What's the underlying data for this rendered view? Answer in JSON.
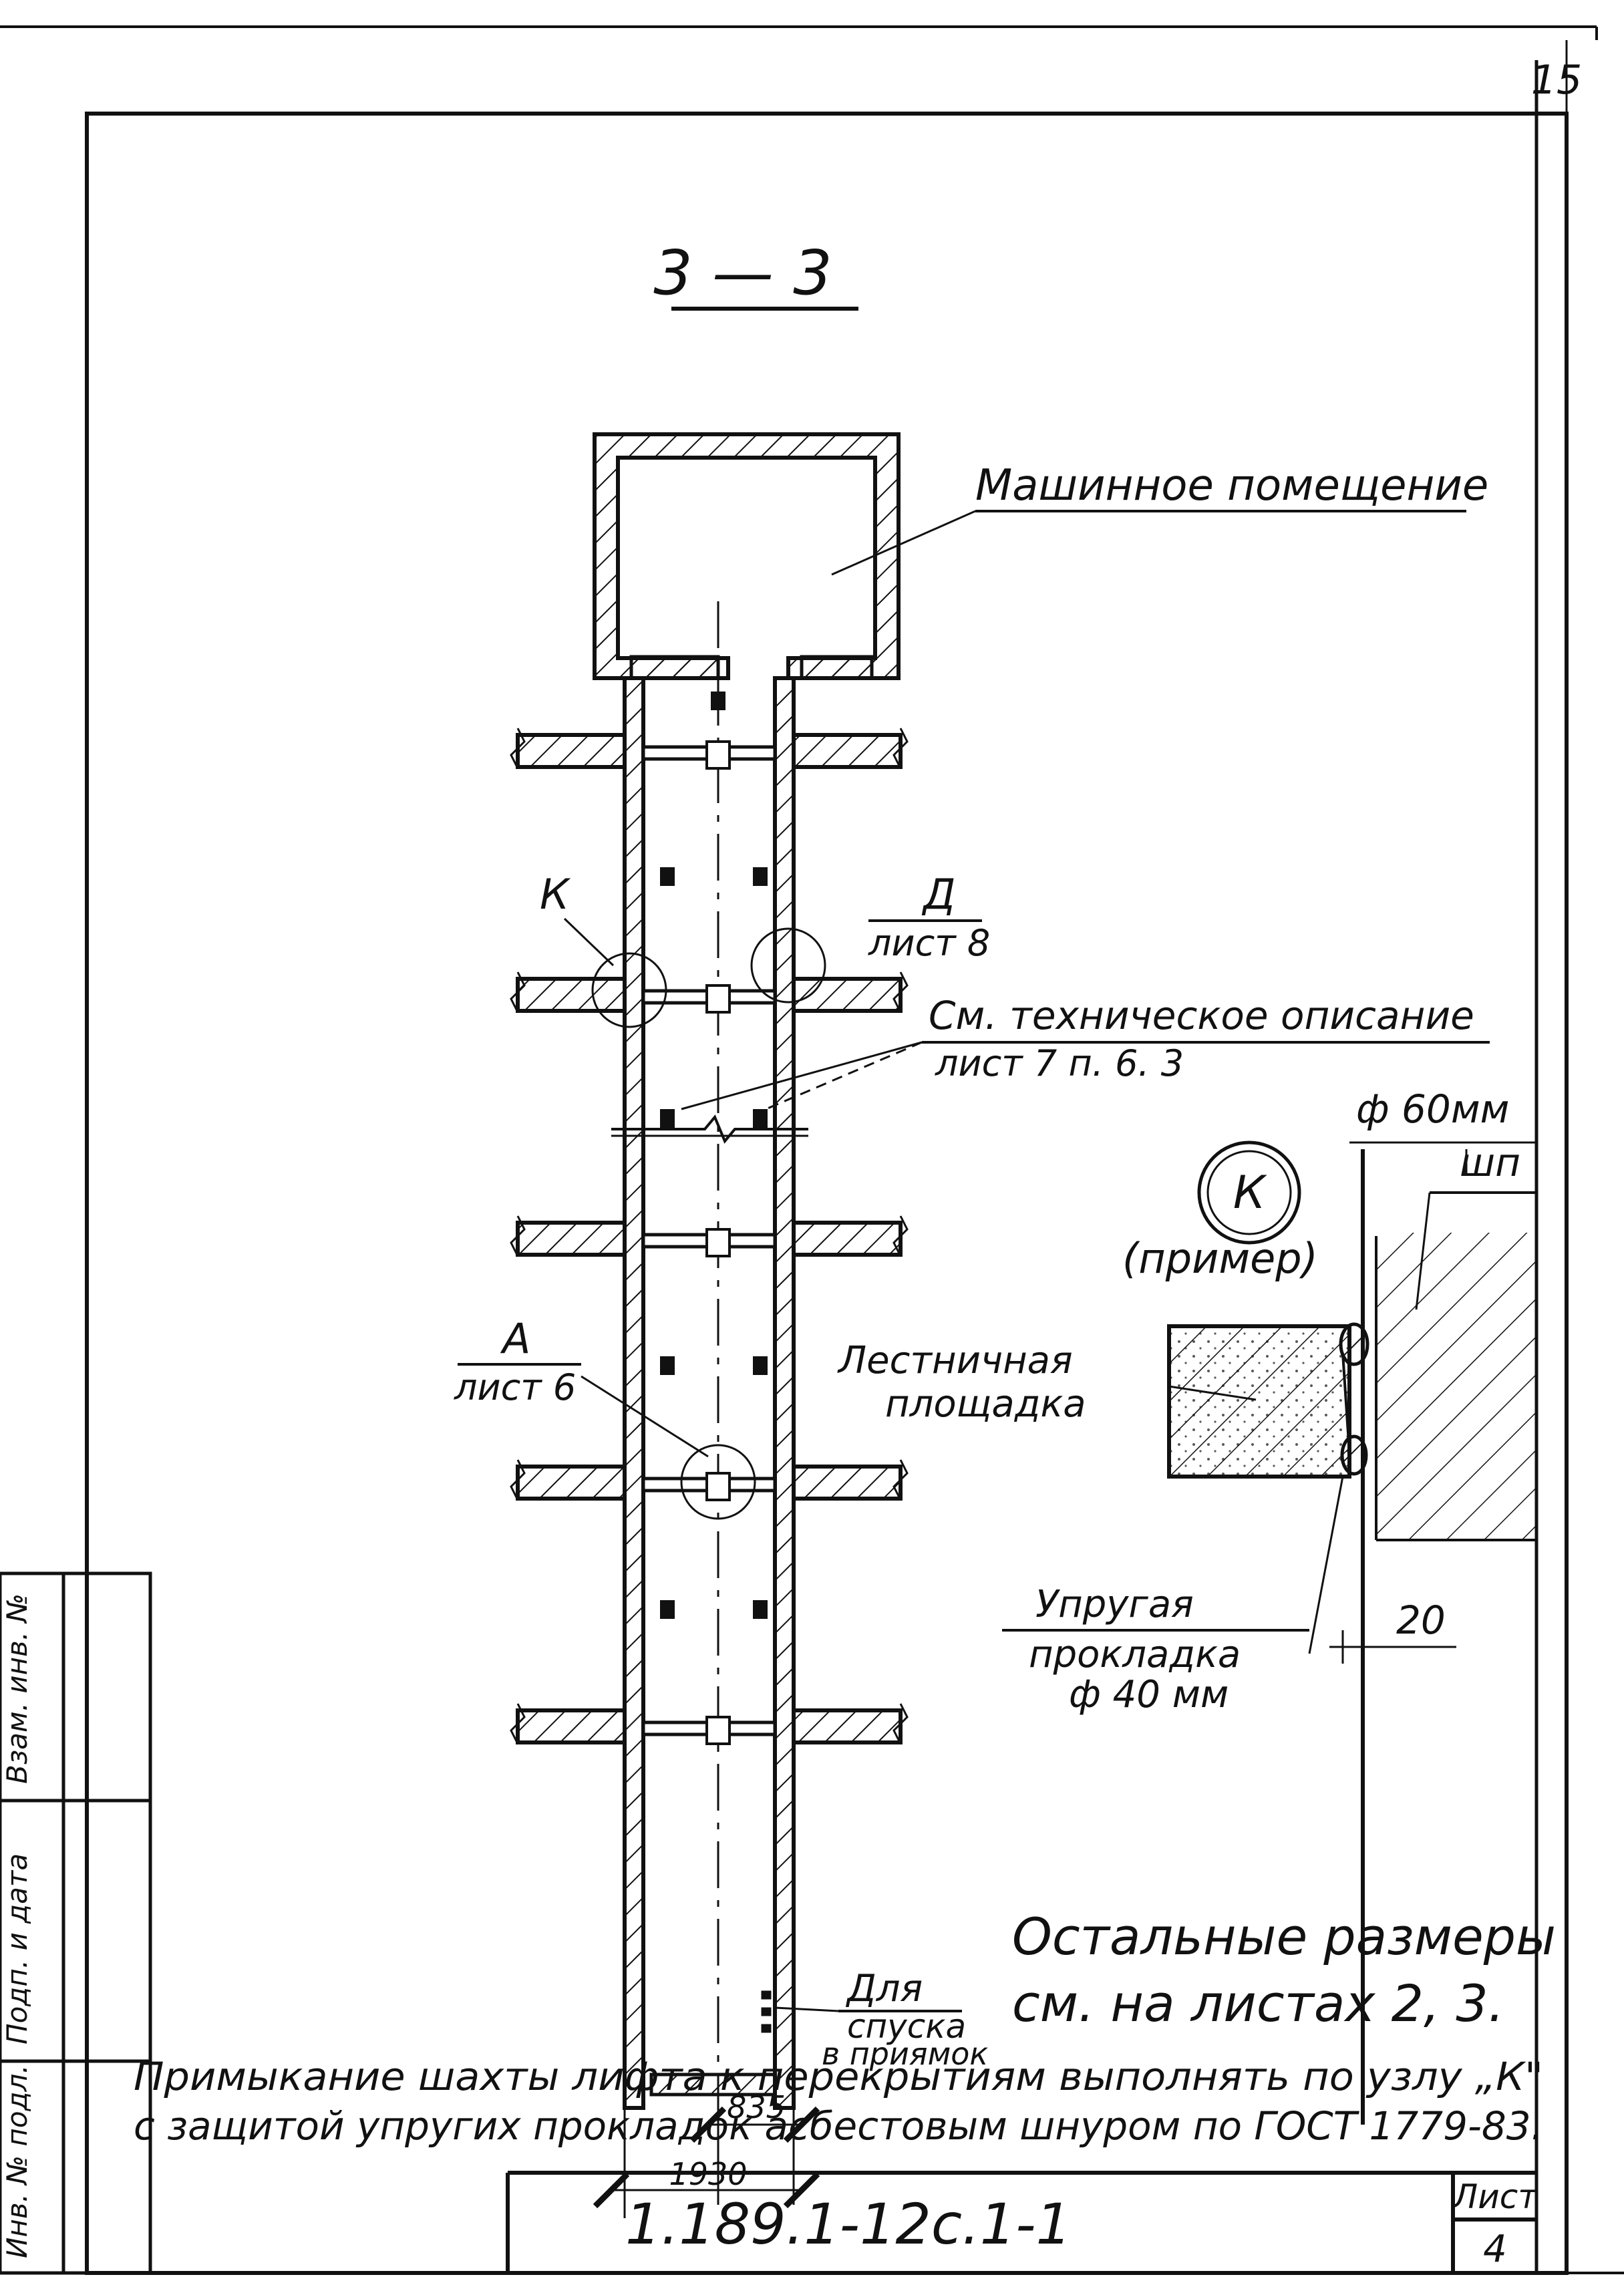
{
  "sheet_corner_number": "15",
  "section_title": "3 — 3",
  "labels": {
    "machine_room": "Машинное помещение",
    "node_k": "К",
    "node_d": "Д",
    "node_d_sheet": "лист 8",
    "tech_desc_line1": "См. техническое описание",
    "tech_desc_line2": "лист 7 п. 6. 3",
    "node_a": "А",
    "node_a_sheet": "лист 6",
    "descent_line1": "Для",
    "descent_line2": "спуска",
    "descent_line3": "в приямок",
    "dim_835": "835",
    "dim_1930": "1930"
  },
  "detail_k": {
    "circle_letter": "К",
    "example": "(пример)",
    "diameter_60": "ф 60мм",
    "shp": "шп",
    "landing_line1": "Лестничная",
    "landing_line2": "площадка",
    "gasket_line1": "Упругая",
    "gasket_line2": "прокладка",
    "gasket_line3": "ф 40 мм",
    "gap_20": "20"
  },
  "remaining_note_line1": "Остальные размеры",
  "remaining_note_line2": "см. на листах 2, 3.",
  "bottom_note_line1": "Примыкание шахты лифта к перекрытиям выполнять по узлу „К\"",
  "bottom_note_line2": "с защитой упругих прокладок асбестовым шнуром по ГОСТ 1779-83.",
  "stamp": {
    "code": "1.189.1-12с.1-1",
    "sheet_label": "Лист",
    "sheet_number": "4"
  },
  "side_stamp": {
    "col1": "Инв. № подл.",
    "col2": "Подп. и дата",
    "col3": "Взам. инв. №"
  }
}
